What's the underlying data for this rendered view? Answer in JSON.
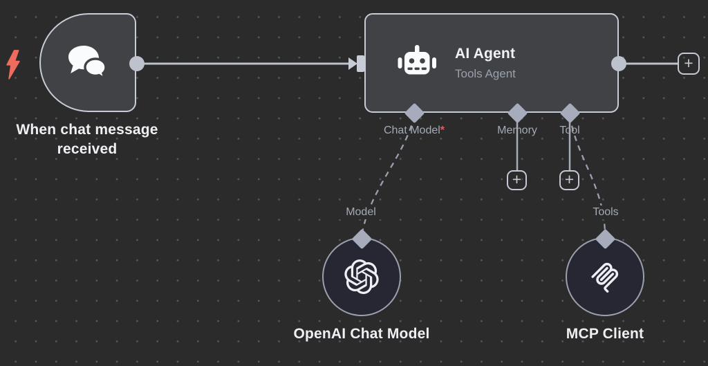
{
  "canvas": {
    "background_color": "#2b2b2c",
    "grid_dot_color": "#54585c"
  },
  "colors": {
    "node_fill": "#404245",
    "node_border": "#c7ccd6",
    "circle_node_fill": "#262733",
    "wire": "#bdc2cd",
    "dashed_wire": "#9aa0ad",
    "connector": "#a6acbc",
    "trigger_bolt": "#ee6c5e",
    "required_marker": "#e25d5d",
    "title_text": "#f1f2f4",
    "secondary_text": "#9aa0ac"
  },
  "trigger_node": {
    "label": "When chat message received",
    "icon": "chat-bubbles"
  },
  "agent_node": {
    "title": "AI Agent",
    "subtitle": "Tools Agent",
    "icon": "robot",
    "ports": {
      "chat_model": {
        "label": "Chat Model",
        "required": "*"
      },
      "memory": {
        "label": "Memory"
      },
      "tool": {
        "label": "Tool"
      }
    }
  },
  "openai_node": {
    "wire_label": "Model",
    "label": "OpenAI Chat Model",
    "icon": "openai-logo"
  },
  "mcp_node": {
    "wire_label": "Tools",
    "label": "MCP Client",
    "icon": "mcp-logo"
  },
  "plus_button_label": "+"
}
